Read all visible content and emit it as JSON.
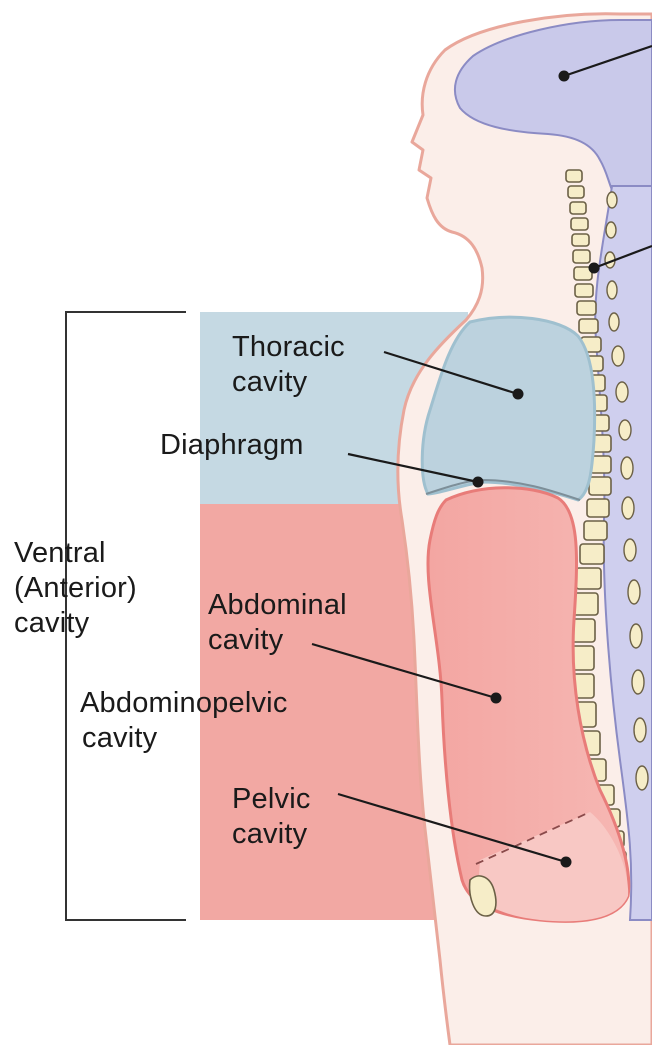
{
  "colors": {
    "thoracic_panel": "#c5d9e3",
    "thoracic_organ": "#bcd2de",
    "abdominal_panel": "#f2a8a3",
    "abdominal_organ": "#f4aaa6",
    "pelvic_organ": "#f8c8c4",
    "dorsal_cavity": "#c9c9ea",
    "skin": "#fbeee9",
    "skin_outline": "#e9a79b",
    "vertebra": "#f6edc8",
    "vertebra_outline": "#6b6046"
  },
  "labels": {
    "thoracic": [
      "Thoracic",
      "cavity"
    ],
    "diaphragm": "Diaphragm",
    "ventral": [
      "Ventral",
      "(Anterior)",
      "cavity"
    ],
    "abdominal": [
      "Abdominal",
      "cavity"
    ],
    "abdominopelvic": [
      "Abdominopelvic",
      "cavity"
    ],
    "pelvic": [
      "Pelvic",
      "cavity"
    ]
  }
}
